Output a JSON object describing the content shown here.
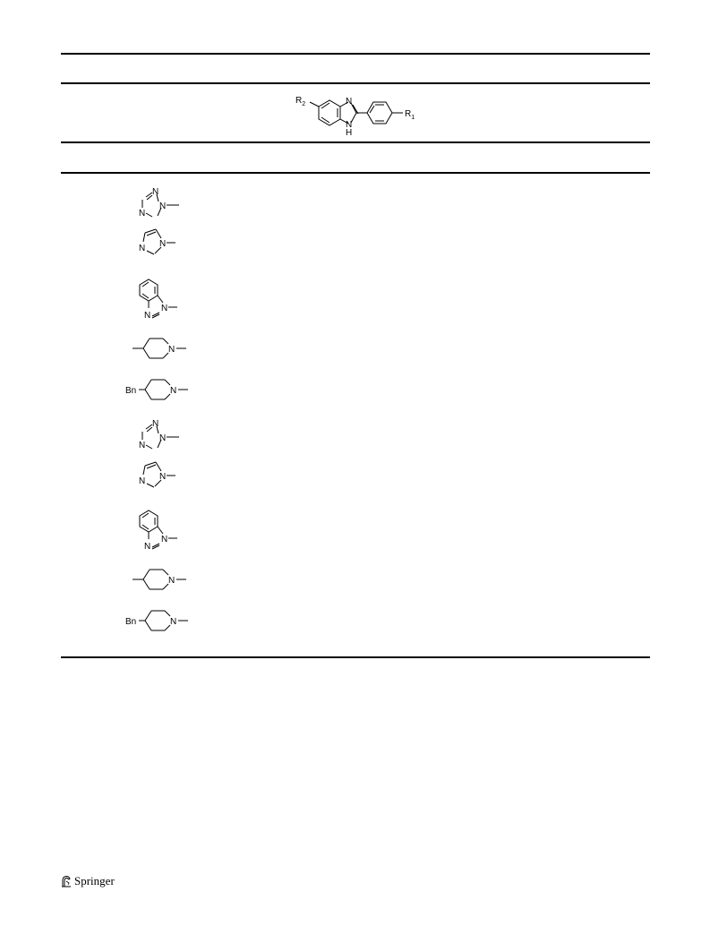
{
  "scaffold": {
    "r2_label": "R",
    "r2_sub": "2",
    "r1_label": "R",
    "r1_sub": "1",
    "n_label": "N",
    "nh_label": "N",
    "h_label": "H"
  },
  "substituents": [
    {
      "type": "triazole",
      "atoms": [
        "N",
        "N",
        "N"
      ]
    },
    {
      "type": "imidazole",
      "atoms": [
        "N",
        "N"
      ]
    },
    {
      "type": "benzimidazole",
      "atoms": [
        "N",
        "N"
      ]
    },
    {
      "type": "methylpiperidine",
      "atoms": [
        "N"
      ]
    },
    {
      "type": "benzylpiperidine",
      "atoms": [
        "N"
      ],
      "prefix": "Bn"
    },
    {
      "type": "triazole",
      "atoms": [
        "N",
        "N",
        "N"
      ]
    },
    {
      "type": "imidazole",
      "atoms": [
        "N",
        "N"
      ]
    },
    {
      "type": "benzimidazole",
      "atoms": [
        "N",
        "N"
      ]
    },
    {
      "type": "methylpiperidine",
      "atoms": [
        "N"
      ]
    },
    {
      "type": "benzylpiperidine",
      "atoms": [
        "N"
      ],
      "prefix": "Bn"
    }
  ],
  "footer": {
    "publisher": "Springer",
    "icon": "springer-horse-icon"
  }
}
